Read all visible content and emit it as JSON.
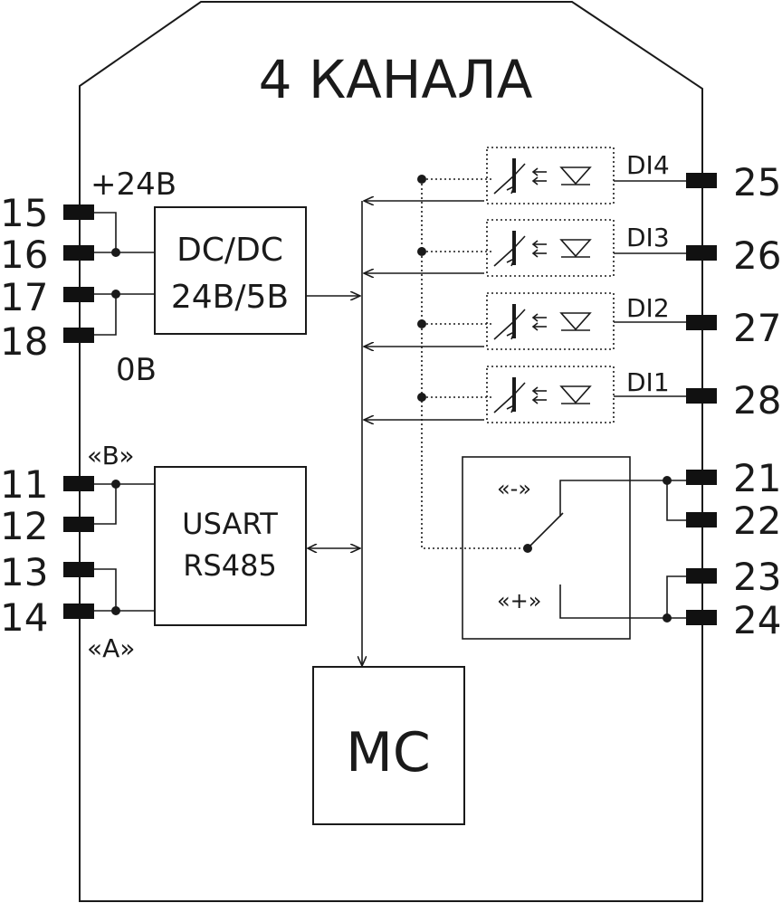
{
  "title": "4 КАНАЛА",
  "power": {
    "plus_label": "+24В",
    "zero_label": "0В",
    "dcdc_line1": "DC/DC",
    "dcdc_line2": "24В/5В"
  },
  "rs485": {
    "b_label": "«B»",
    "a_label": "«A»",
    "block_line1": "USART",
    "block_line2": "RS485"
  },
  "mcu_label": "MC",
  "inputs": [
    {
      "label": "DI4",
      "pin": "25"
    },
    {
      "label": "DI3",
      "pin": "26"
    },
    {
      "label": "DI2",
      "pin": "27"
    },
    {
      "label": "DI1",
      "pin": "28"
    }
  ],
  "left_pins": [
    "15",
    "16",
    "17",
    "18",
    "11",
    "12",
    "13",
    "14"
  ],
  "relay": {
    "minus_label": "«-»",
    "plus_label": "«+»",
    "pins": [
      "21",
      "22",
      "23",
      "24"
    ]
  }
}
